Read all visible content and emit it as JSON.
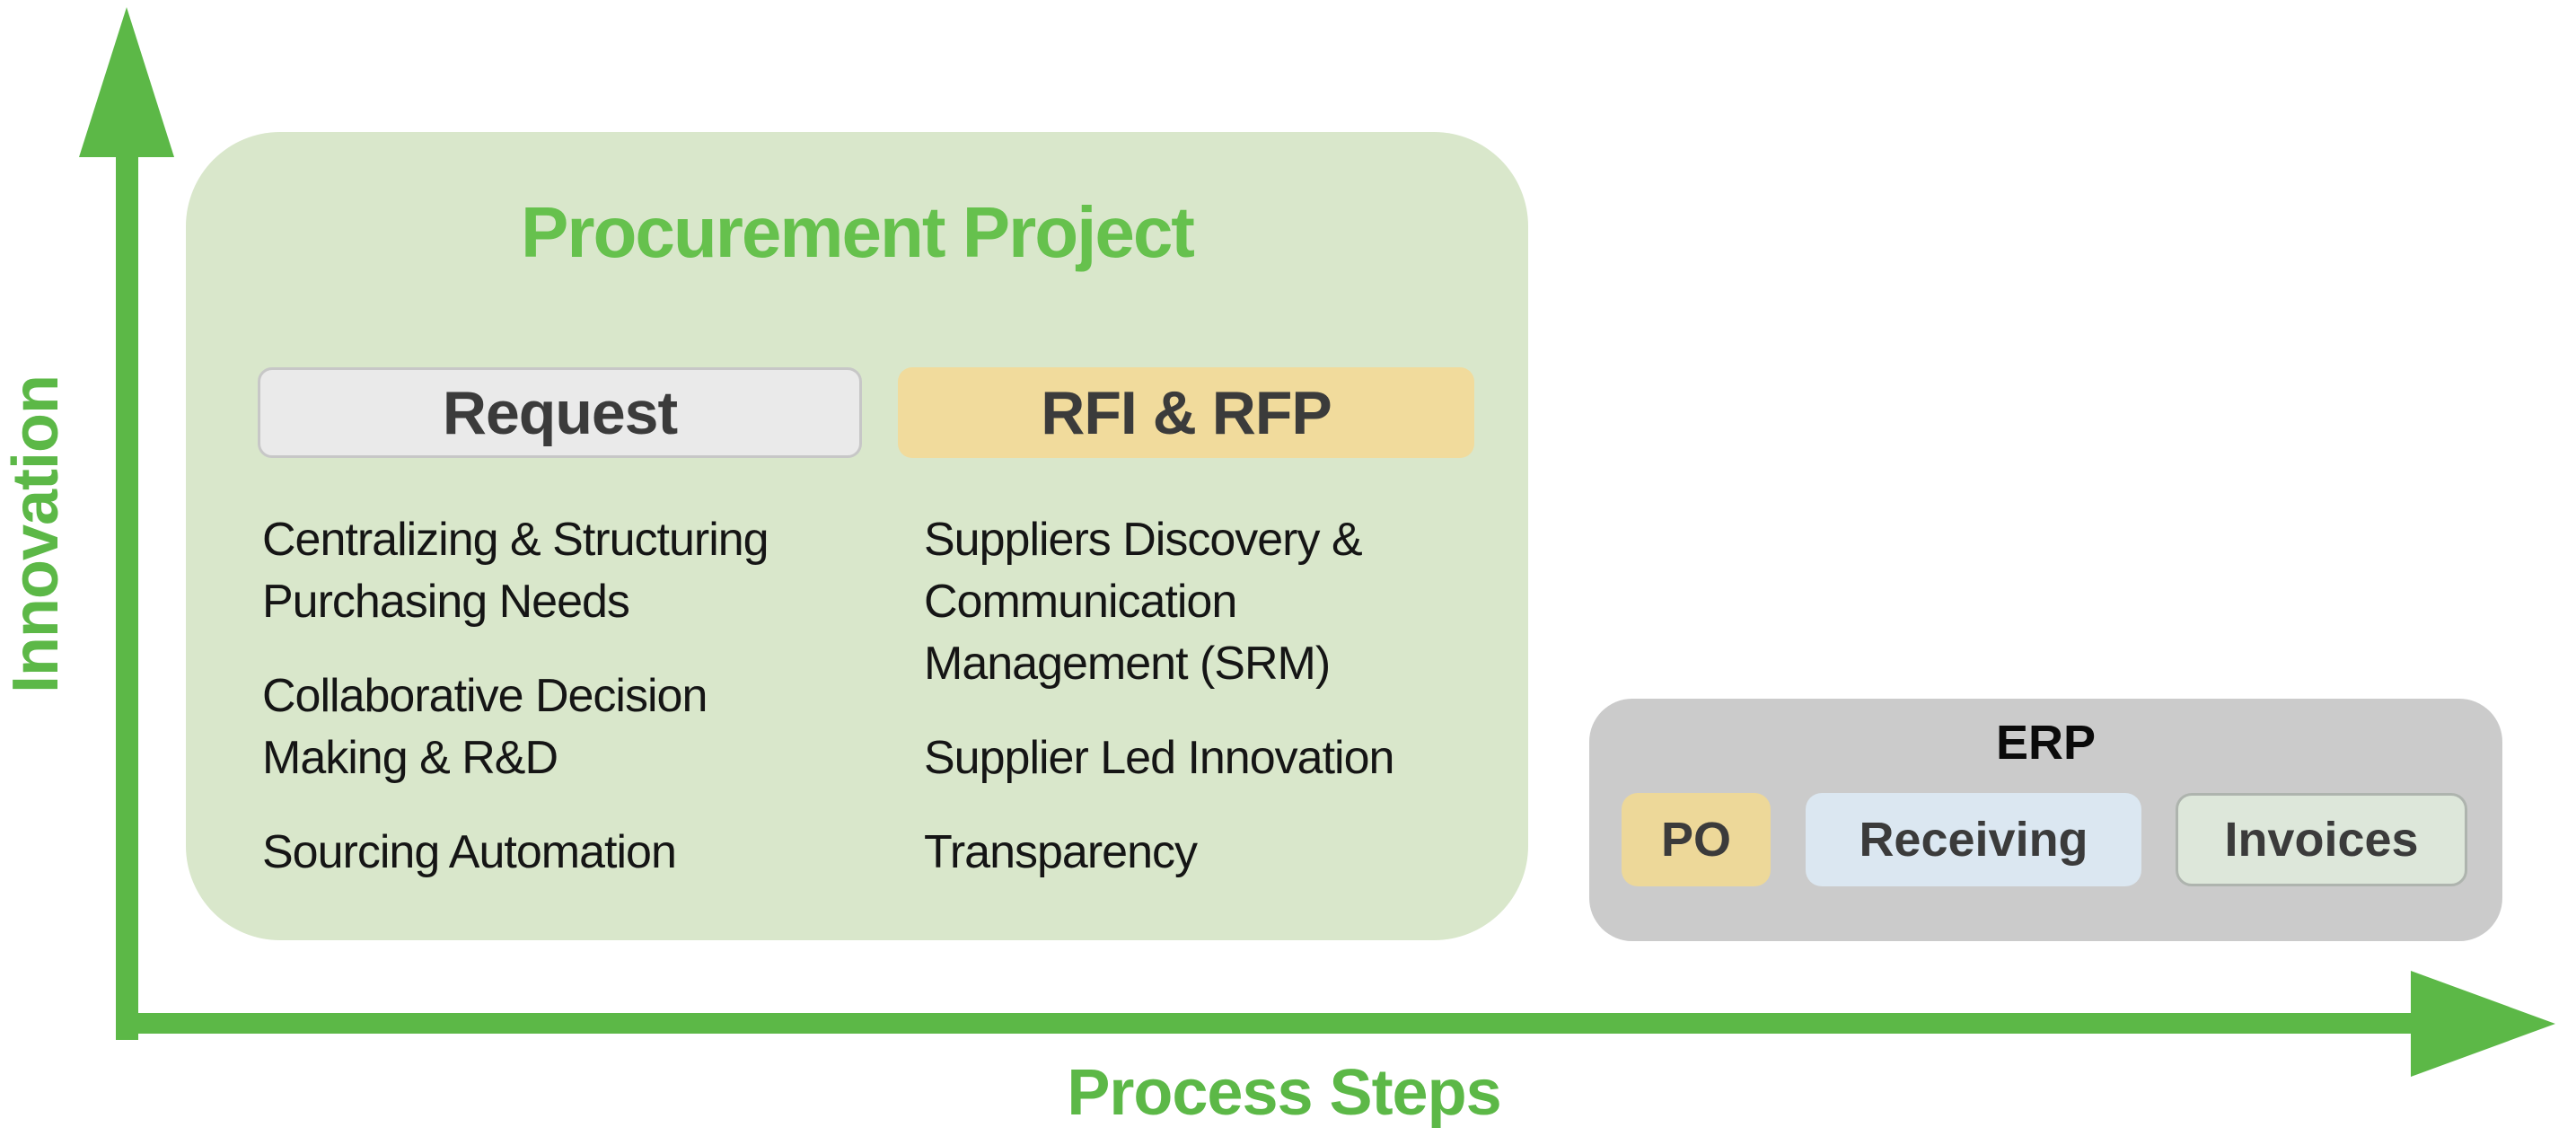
{
  "axes": {
    "y_label": "Innovation",
    "x_label": "Process Steps"
  },
  "procurement": {
    "title": "Procurement Project",
    "columns": [
      {
        "header": "Request",
        "items": [
          "Centralizing & Structuring\nPurchasing Needs",
          "Collaborative Decision\nMaking & R&D",
          "Sourcing Automation"
        ]
      },
      {
        "header": "RFI & RFP",
        "items": [
          "Suppliers Discovery &\nCommunication\nManagement (SRM)",
          "Supplier Led Innovation",
          "Transparency"
        ]
      }
    ]
  },
  "erp": {
    "title": "ERP",
    "buttons": [
      {
        "label": "PO"
      },
      {
        "label": "Receiving"
      },
      {
        "label": "Invoices"
      }
    ]
  },
  "colors": {
    "accent_green": "#5cb847",
    "title_green": "#66c14d",
    "procurement_bg": "#d9e7cb",
    "request_bg": "#eaeaea",
    "rfi_bg": "#f1db9c",
    "erp_bg": "#cbcbcb",
    "po_bg": "#edd899",
    "receiving_bg": "#dbe7f1",
    "invoices_bg": "#dde7da",
    "chip_text": "#3b3b3b",
    "body_text": "#151515"
  }
}
